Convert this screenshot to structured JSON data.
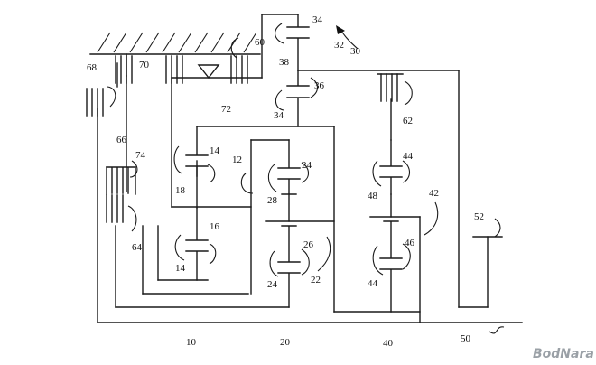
{
  "references": {
    "r10": "10",
    "r20": "20",
    "r40": "40",
    "r50": "50",
    "r30": "30",
    "r34a": "34",
    "r38": "38",
    "r32": "32",
    "r36": "36",
    "r34b": "34",
    "r60": "60",
    "r68": "68",
    "r70": "70",
    "r72": "72",
    "r62": "62",
    "r66": "66",
    "r74": "74",
    "r64": "64",
    "r14a": "14",
    "r18": "18",
    "r12": "12",
    "r16": "16",
    "r14b": "14",
    "r24a": "24",
    "r28": "28",
    "r26": "26",
    "r24b": "24",
    "r22": "22",
    "r44a": "44",
    "r48": "48",
    "r42": "42",
    "r46": "46",
    "r44b": "44",
    "r52": "52"
  },
  "watermark": "BodNara"
}
